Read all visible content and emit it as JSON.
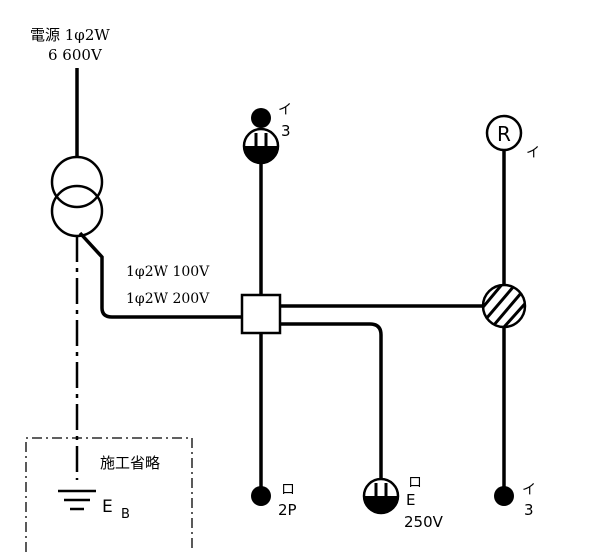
{
  "source": {
    "line1": "電源 1φ2W",
    "line2": "6 600V"
  },
  "supply_labels": {
    "line1": "1φ2W 100V",
    "line2": "1φ2W 200V"
  },
  "omitted_label": "施工省略",
  "ground_label": {
    "main": "E",
    "sub": "B"
  },
  "switch_top": {
    "circuit": "イ",
    "type": "3"
  },
  "receptacle_label": "R",
  "receptacle_circuit": "イ",
  "switch_bottom_left": {
    "circuit": "ロ",
    "type": "2P"
  },
  "outlet_bottom": {
    "circuit": "ロ",
    "type": "E",
    "voltage": "250V"
  },
  "switch_bottom_right": {
    "circuit": "イ",
    "type": "3"
  }
}
